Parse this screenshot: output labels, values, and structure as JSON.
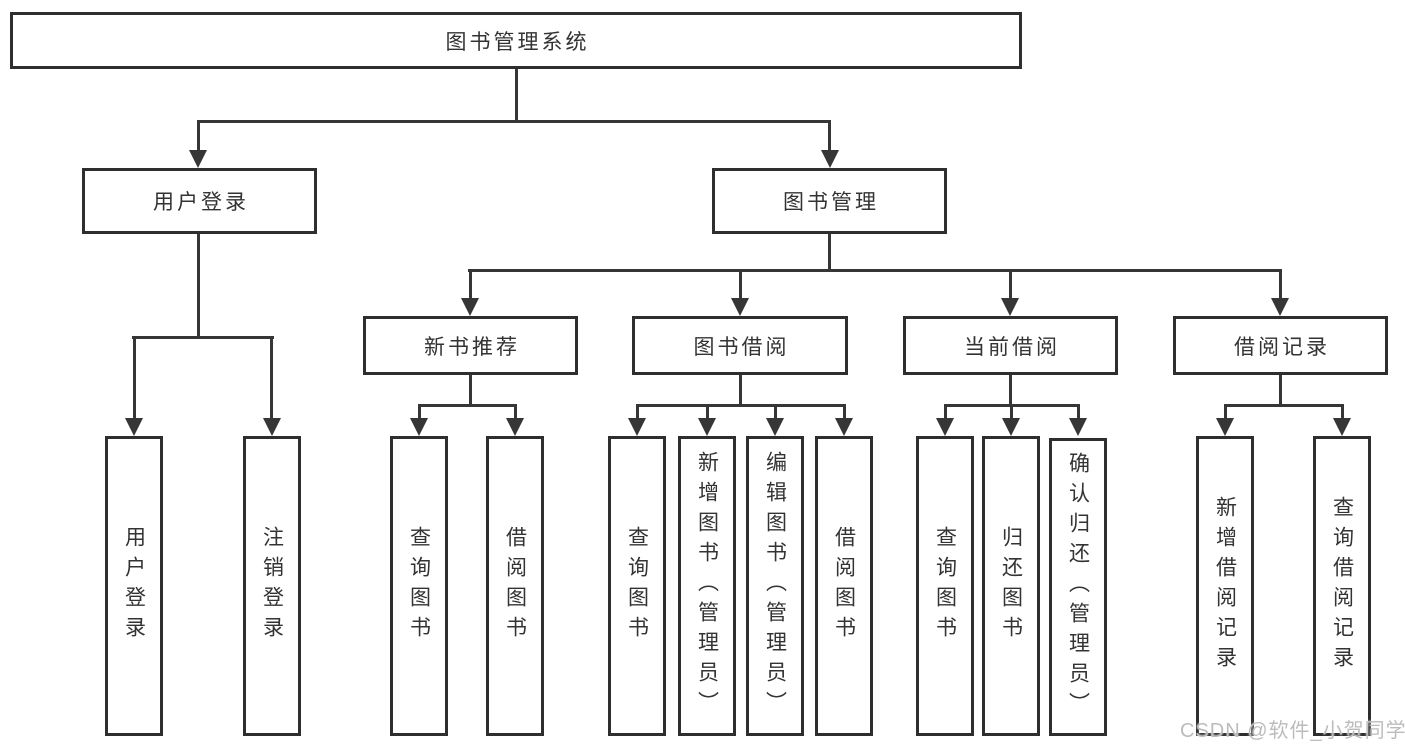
{
  "nodes": {
    "root": "图书管理系统",
    "user_login": "用户登录",
    "book_mgmt": "图书管理",
    "new_book_rec": "新书推荐",
    "book_borrow": "图书借阅",
    "current_borrow": "当前借阅",
    "borrow_records": "借阅记录",
    "leaf_user_login": "用户登录",
    "leaf_logout": "注销登录",
    "leaf_nb_query": "查询图书",
    "leaf_nb_borrow": "借阅图书",
    "leaf_bb_query": "查询图书",
    "leaf_bb_add": "新增图书（管理员）",
    "leaf_bb_edit": "编辑图书（管理员）",
    "leaf_bb_borrow": "借阅图书",
    "leaf_cb_query": "查询图书",
    "leaf_cb_return": "归还图书",
    "leaf_cb_confirm": "确认归还（管理员）",
    "leaf_br_add": "新增借阅记录",
    "leaf_br_query": "查询借阅记录"
  },
  "watermark": "CSDN @软件_小贺同学",
  "colors": {
    "line": "#363636",
    "border": "#2e2e2e",
    "text": "#333333",
    "watermark": "#bcbcbc",
    "background": "#ffffff"
  }
}
